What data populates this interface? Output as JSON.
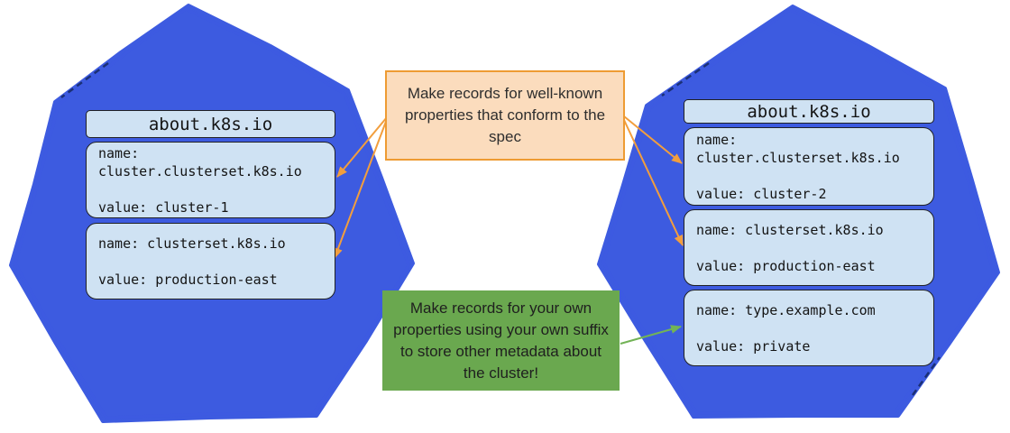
{
  "colors": {
    "heptagon": "#3D5BE0",
    "record_fill": "#CFE2F3",
    "record_border": "#202124",
    "record_text": "#141414",
    "note_orange_fill": "#FBDCBD",
    "note_orange_border": "#EE9B33",
    "note_green_fill": "#6AA84F",
    "note_text": "#2E2E2E",
    "arrow_orange": "#F29E3D",
    "arrow_green": "#72B356"
  },
  "notes": {
    "wellknown": {
      "text": "Make records for well-known properties that conform to the spec"
    },
    "custom": {
      "text": "Make records for your own properties using your own suffix to store other metadata about the cluster!"
    }
  },
  "clusters": {
    "left": {
      "header": "about.k8s.io",
      "records": [
        {
          "text": "name:\ncluster.clusterset.k8s.io\n\nvalue: cluster-1"
        },
        {
          "text": "name: clusterset.k8s.io\n\nvalue: production-east"
        }
      ]
    },
    "right": {
      "header": "about.k8s.io",
      "records": [
        {
          "text": "name:\ncluster.clusterset.k8s.io\n\nvalue: cluster-2"
        },
        {
          "text": "name: clusterset.k8s.io\n\nvalue: production-east"
        },
        {
          "text": "name: type.example.com\n\nvalue: private"
        }
      ]
    }
  }
}
